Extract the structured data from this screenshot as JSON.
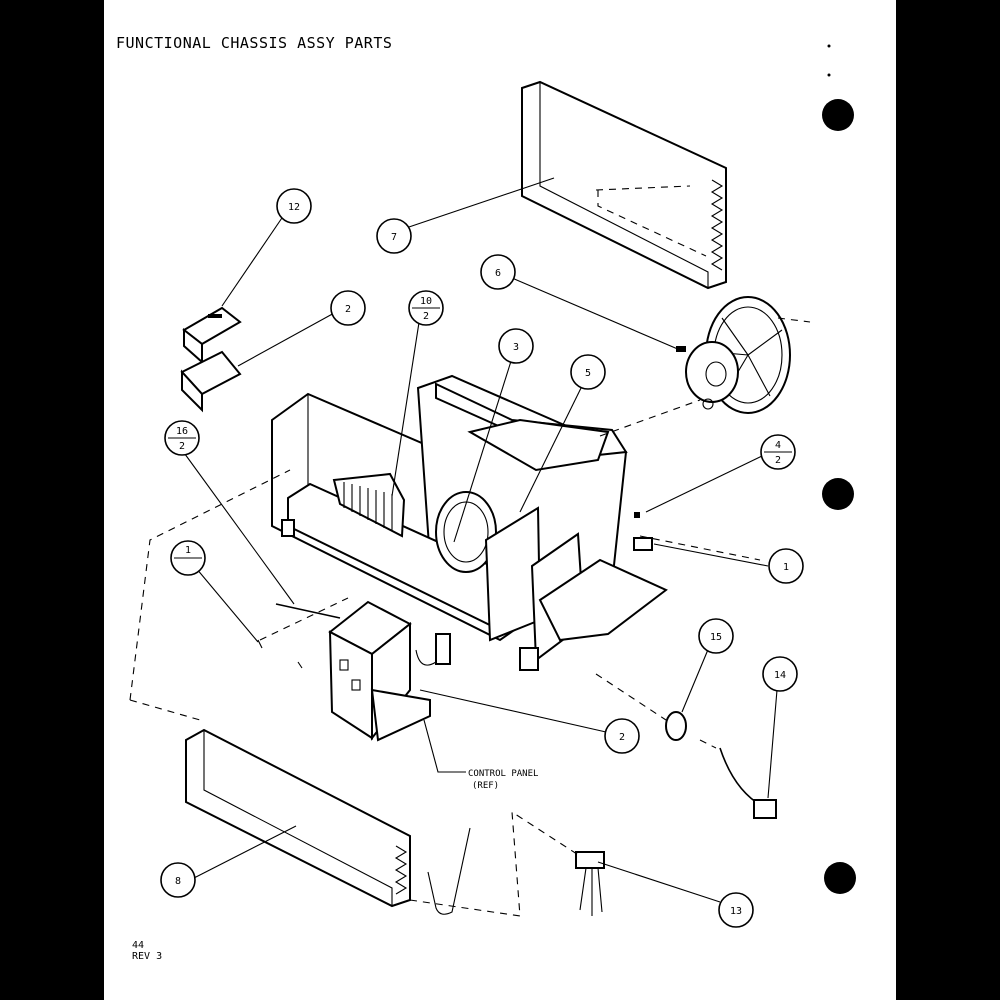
{
  "title": "FUNCTIONAL CHASSIS ASSY PARTS",
  "page": {
    "number": "44",
    "revision": "REV 3"
  },
  "note": {
    "line1": "CONTROL PANEL",
    "line2": "(REF)"
  },
  "callouts": [
    {
      "id": "c12",
      "label": "12"
    },
    {
      "id": "c7",
      "label": "7"
    },
    {
      "id": "c6",
      "label": "6"
    },
    {
      "id": "c2a",
      "label": "2"
    },
    {
      "id": "c10",
      "label": "10",
      "sub": "2"
    },
    {
      "id": "c3",
      "label": "3"
    },
    {
      "id": "c5",
      "label": "5"
    },
    {
      "id": "c16",
      "label": "16",
      "sub": "2"
    },
    {
      "id": "c4",
      "label": "4",
      "sub": "2"
    },
    {
      "id": "c1",
      "label": "1"
    },
    {
      "id": "c1b",
      "label": "1"
    },
    {
      "id": "c15",
      "label": "15"
    },
    {
      "id": "c14",
      "label": "14"
    },
    {
      "id": "c2b",
      "label": "2"
    },
    {
      "id": "c8",
      "label": "8"
    },
    {
      "id": "c13",
      "label": "13"
    }
  ]
}
